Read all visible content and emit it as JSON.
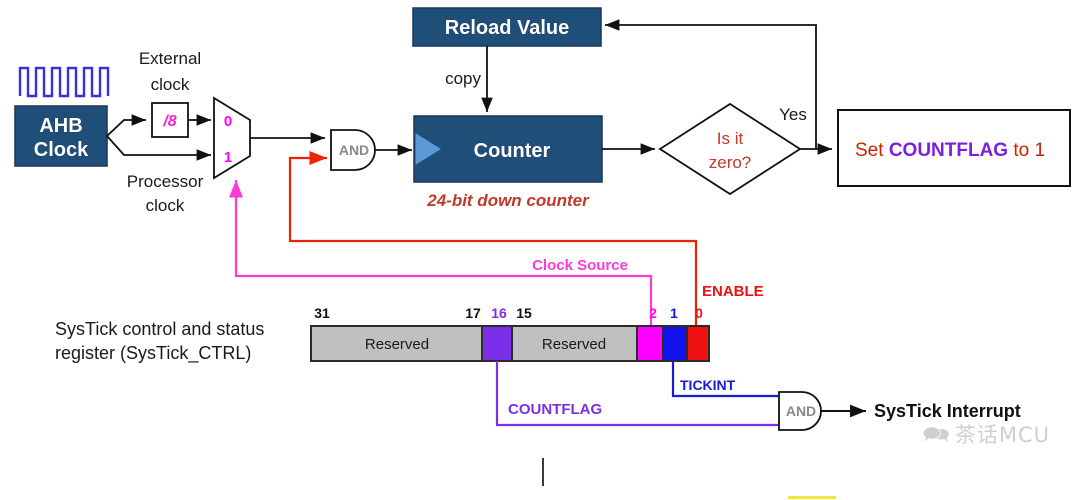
{
  "diagram": {
    "title": "SysTick timer block diagram",
    "clock_source_block": {
      "ahb_label_line1": "AHB",
      "ahb_label_line2": "Clock",
      "waveform_name": "square-wave",
      "external_clock_label_line1": "External",
      "external_clock_label_line2": "clock",
      "processor_clock_label_line1": "Processor",
      "processor_clock_label_line2": "clock",
      "divider_label": "/8",
      "mux_input_0": "0",
      "mux_input_1": "1"
    },
    "gates": {
      "and_top_label": "AND",
      "and_bottom_label": "AND"
    },
    "counter_block": {
      "reload_label": "Reload Value",
      "copy_label": "copy",
      "counter_label": "Counter",
      "counter_caption": "24-bit down counter"
    },
    "decision": {
      "line1": "Is it",
      "line2": "zero?",
      "yes_label": "Yes"
    },
    "action_box": {
      "prefix": "Set ",
      "flag": "COUNTFLAG",
      "suffix": " to 1"
    },
    "register": {
      "name_line1": "SysTick control and status",
      "name_line2": "register (SysTick_CTRL)",
      "bit_labels": [
        {
          "text": "31",
          "color": "#111111"
        },
        {
          "text": "17",
          "color": "#111111"
        },
        {
          "text": "16",
          "color": "#7b2fe8"
        },
        {
          "text": "15",
          "color": "#111111"
        },
        {
          "text": "2",
          "color": "#ff00ff"
        },
        {
          "text": "1",
          "color": "#1111ee"
        },
        {
          "text": "0",
          "color": "#ee1111"
        }
      ],
      "fields": [
        {
          "label": "Reserved",
          "color": "#c0c0c0",
          "bits": "31:17"
        },
        {
          "label": "",
          "color": "#7b2fe8",
          "bits": "16"
        },
        {
          "label": "Reserved",
          "color": "#c0c0c0",
          "bits": "15:3"
        },
        {
          "label": "",
          "color": "#ff00ff",
          "bits": "2"
        },
        {
          "label": "",
          "color": "#1111ee",
          "bits": "1"
        },
        {
          "label": "",
          "color": "#ee1111",
          "bits": "0"
        }
      ]
    },
    "signals": {
      "clock_source": "Clock Source",
      "enable": "ENABLE",
      "countflag": "COUNTFLAG",
      "tickint": "TICKINT",
      "interrupt_output": "SysTick Interrupt"
    },
    "colors": {
      "navy": "#1f4e79",
      "navy_light": "#5b9bd5",
      "magenta": "#ff00ff",
      "purple": "#7b2fe8",
      "blue": "#1111ee",
      "red": "#ee1111",
      "gray": "#c0c0c0",
      "dark_red": "#c0392b",
      "waveform_blue": "#3333dd"
    },
    "watermark": {
      "icon": "wechat-icon",
      "text": "茶话MCU"
    }
  }
}
